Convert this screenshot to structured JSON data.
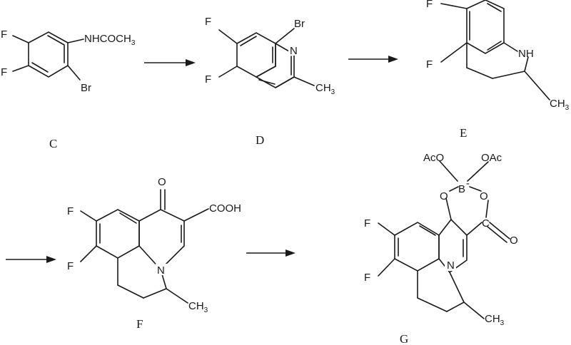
{
  "labels": {
    "C": "C",
    "D": "D",
    "E": "E",
    "F": "F",
    "G": "G"
  },
  "atoms": {
    "F": "F",
    "Br": "Br",
    "N": "N",
    "NH": "NH",
    "O": "O",
    "NHCOCH": "NHCOCH",
    "three": "3",
    "CH": "CH",
    "COOH": "COOH",
    "AcO": "AcO",
    "OAc": "OAc",
    "B": "B",
    "minus": "-",
    "C": "C"
  }
}
